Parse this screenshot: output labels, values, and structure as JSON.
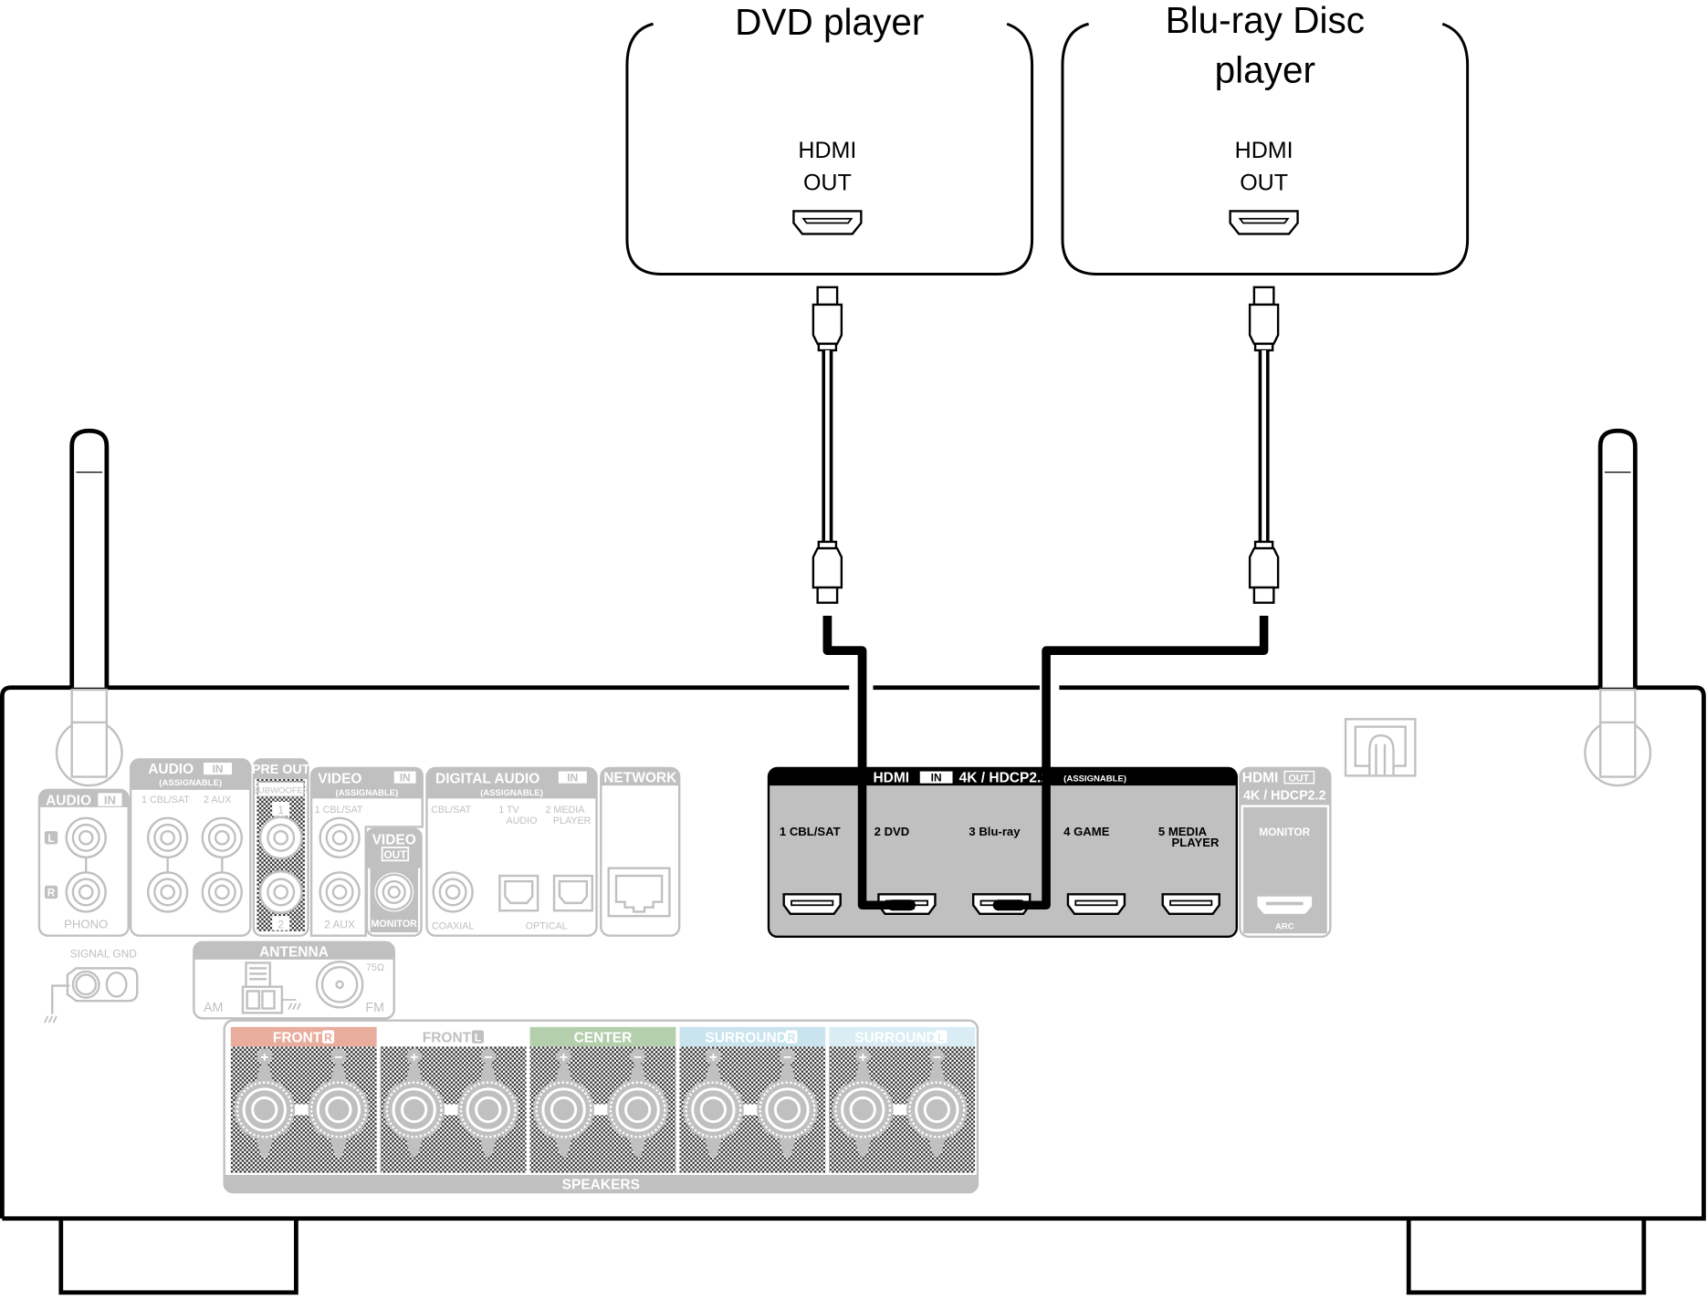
{
  "devices": [
    {
      "title_lines": [
        "DVD player"
      ],
      "port_label": [
        "HDMI",
        "OUT"
      ]
    },
    {
      "title_lines": [
        "Blu-ray Disc",
        "player"
      ],
      "port_label": [
        "HDMI",
        "OUT"
      ]
    }
  ],
  "receiver": {
    "audio_in_phono": {
      "header": "AUDIO",
      "badge": "IN",
      "left": "L",
      "right": "R",
      "footer": "PHONO"
    },
    "audio_in_assignable": {
      "header": "AUDIO",
      "badge": "IN",
      "sub": "(ASSIGNABLE)",
      "col1": "1 CBL/SAT",
      "col2": "2  AUX"
    },
    "pre_out": {
      "header": "PRE OUT",
      "sub": "SUBWOOFER",
      "ch1": "1",
      "ch2": "2"
    },
    "video_in": {
      "header": "VIDEO",
      "badge": "IN",
      "sub": "(ASSIGNABLE)",
      "in1": "1 CBL/SAT",
      "in2": "2  AUX"
    },
    "video_out": {
      "header": "VIDEO",
      "badge": "OUT",
      "footer": "MONITOR"
    },
    "digital_audio": {
      "header": "DIGITAL AUDIO",
      "badge": "IN",
      "sub": "(ASSIGNABLE)",
      "coax_top": "CBL/SAT",
      "opt1_a": "1  TV",
      "opt1_b": "AUDIO",
      "opt2_a": "2  MEDIA",
      "opt2_b": "PLAYER",
      "coax_footer": "COAXIAL",
      "opt_footer": "OPTICAL"
    },
    "network": {
      "header": "NETWORK"
    },
    "signal_gnd": {
      "label": "SIGNAL GND"
    },
    "antenna": {
      "header": "ANTENNA",
      "am": "AM",
      "fm": "FM",
      "ohm": "75Ω"
    },
    "hdmi_in": {
      "header_a": "HDMI",
      "badge": "IN",
      "header_b": "4K / HDCP2.2",
      "header_c": "(ASSIGNABLE)",
      "ports": [
        {
          "num": "1",
          "name": "CBL/SAT",
          "name2": ""
        },
        {
          "num": "2",
          "name": "DVD",
          "name2": ""
        },
        {
          "num": "3",
          "name": "Blu-ray",
          "name2": ""
        },
        {
          "num": "4",
          "name": "GAME",
          "name2": ""
        },
        {
          "num": "5",
          "name": "MEDIA",
          "name2": "PLAYER"
        }
      ]
    },
    "hdmi_out": {
      "header_a": "HDMI",
      "badge": "OUT",
      "header_b": "4K / HDCP2.2",
      "port": "MONITOR",
      "footer": "ARC"
    },
    "speakers": {
      "footer": "SPEAKERS",
      "plus": "+",
      "minus": "−",
      "channels": [
        {
          "label": "FRONT",
          "side": "R",
          "color": "#e8ad9c"
        },
        {
          "label": "FRONT",
          "side": "L",
          "color": "#ffffff"
        },
        {
          "label": "CENTER",
          "side": "",
          "color": "#b3cfac"
        },
        {
          "label": "SURROUND",
          "side": "R",
          "color": "#c9e4ef"
        },
        {
          "label": "SURROUND",
          "side": "L",
          "color": "#daedf4"
        }
      ]
    }
  },
  "connections": [
    {
      "from": "DVD player HDMI OUT",
      "to": "HDMI IN 2 DVD"
    },
    {
      "from": "Blu-ray Disc player HDMI OUT",
      "to": "HDMI IN 3 Blu-ray"
    }
  ]
}
